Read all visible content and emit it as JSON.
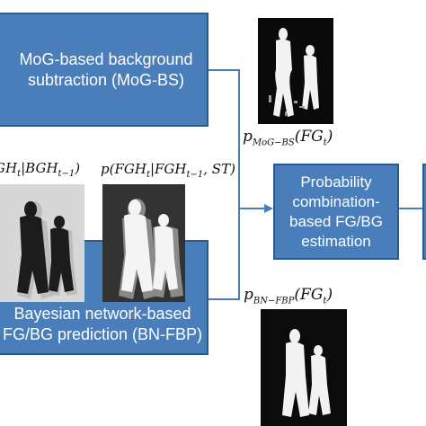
{
  "blocks": {
    "mog_line1": "MoG-based background",
    "mog_line2": "subtraction (MoG-BS)",
    "bn_line1": "Bayesian network-based",
    "bn_line2": "FG/BG prediction (BN-FBP)",
    "prob_line1": "Probability",
    "prob_line2": "combination-",
    "prob_line3": "based FG/BG",
    "prob_line4": "estimation"
  },
  "labels": {
    "mog_p": "p",
    "mog_sub": "MoG−BS",
    "mog_arg": "(FG",
    "mog_arg_sub": "t",
    "mog_close": ")",
    "bn_p": "p",
    "bn_sub": "BN−FBP",
    "bn_arg": "(FG",
    "bn_arg_sub": "t",
    "bn_close": ")",
    "left_text": "GH",
    "left_text_sub": "t",
    "left_text_mid": "|BGH",
    "left_text_sub2": "t−1",
    "left_text_close": ")",
    "mid_p": "p(FGH",
    "mid_sub1": "t",
    "mid_mid": "|FGH",
    "mid_sub2": "t−1",
    "mid_close": ", ST)"
  },
  "colors": {
    "block_fill": "#4a7ebb",
    "block_border": "#2d5a8c",
    "arrow": "#4a7ebb"
  }
}
